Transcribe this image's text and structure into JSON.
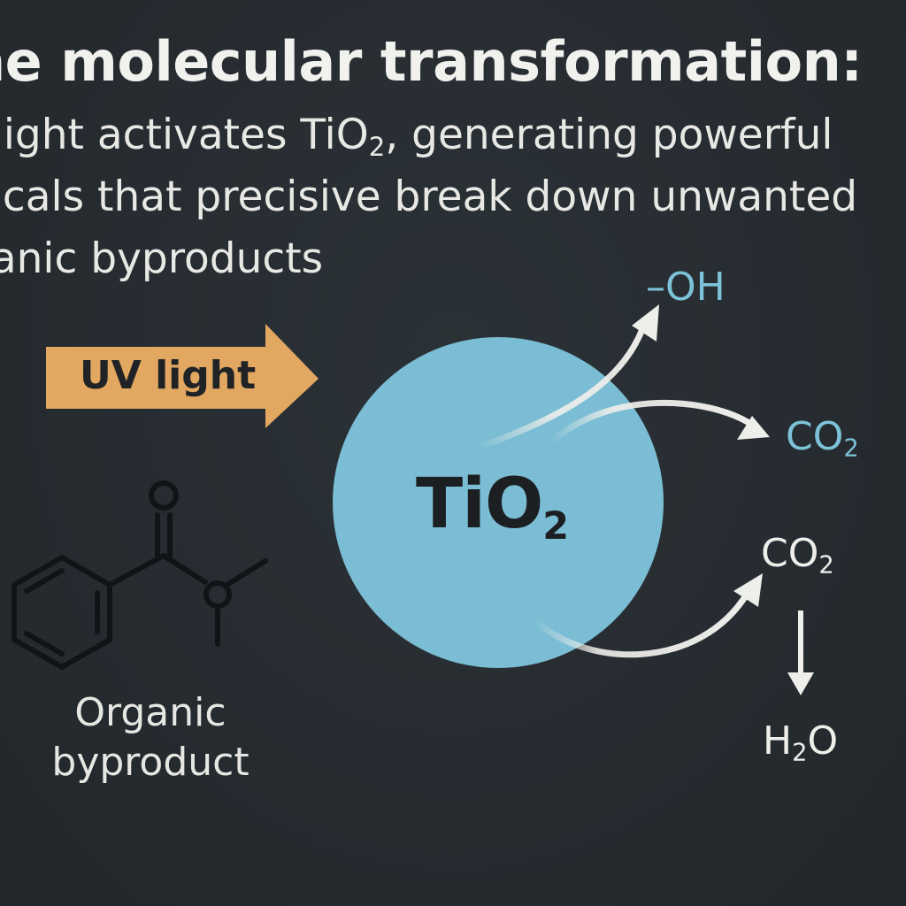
{
  "header": {
    "title": "he molecular transformation:",
    "line1_prefix": "/ light activates TiO",
    "line1_sub": "2",
    "line1_suffix": ", generating powerful",
    "line2": "dicals that precisive break down unwanted",
    "line3": "ganic byproducts"
  },
  "uv_arrow": {
    "label": "UV light",
    "color": "#e2a760"
  },
  "catalyst": {
    "label_main": "TiO",
    "label_sub": "2",
    "color": "#7bbdd4"
  },
  "products": {
    "hydroxyl": "–OH",
    "co2_a_main": "CO",
    "co2_a_sub": "2",
    "co2_b_main": "CO",
    "co2_b_sub": "2",
    "water_main_h": "H",
    "water_sub": "2",
    "water_main_o": "O"
  },
  "organic": {
    "line1": "Organic",
    "line2": "byproduct"
  },
  "colors": {
    "background": "#262c31",
    "accent_blue": "#7cc2d8",
    "arrow_white": "#eeeeea",
    "molecule_stroke": "#111417"
  }
}
